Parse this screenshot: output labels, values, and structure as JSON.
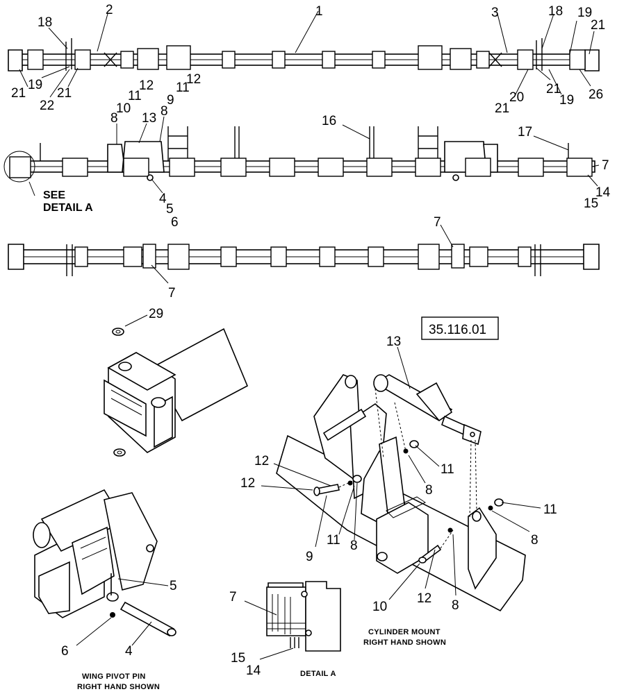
{
  "reference_box": "35.116.01",
  "callout_label": "SEE\nDETAIL A",
  "callout_line1": "SEE",
  "callout_line2": "DETAIL A",
  "captions": {
    "wing_pivot_line1": "WING PIVOT PIN",
    "wing_pivot_line2": "RIGHT HAND SHOWN",
    "cylinder_mount_line1": "CYLINDER MOUNT",
    "cylinder_mount_line2": "RIGHT HAND SHOWN",
    "detail_a": "DETAIL  A"
  },
  "labels": {
    "top": [
      "18",
      "2",
      "1",
      "3",
      "18",
      "19",
      "21",
      "21",
      "19",
      "22",
      "21",
      "20",
      "21",
      "21",
      "19",
      "26"
    ],
    "middle": [
      "12",
      "11",
      "10",
      "8",
      "13",
      "11",
      "12",
      "9",
      "8",
      "16",
      "17",
      "7",
      "4",
      "5",
      "6",
      "14",
      "15"
    ],
    "bottom": [
      "7",
      "7"
    ],
    "pivot": [
      "29",
      "5",
      "4",
      "6"
    ],
    "cylinder": [
      "13",
      "12",
      "12",
      "11",
      "8",
      "11",
      "11",
      "8",
      "9",
      "8",
      "10",
      "12",
      "8"
    ],
    "detail": [
      "7",
      "15",
      "14"
    ]
  }
}
